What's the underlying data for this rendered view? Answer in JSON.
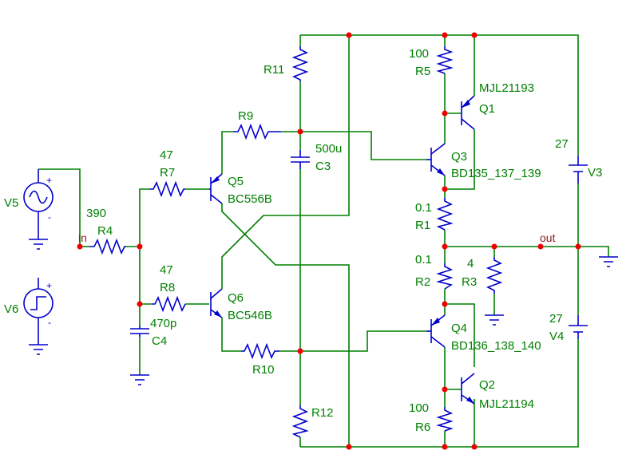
{
  "components": {
    "R11": {
      "name": "R11",
      "value": ""
    },
    "R12": {
      "name": "R12",
      "value": ""
    },
    "R9": {
      "name": "R9",
      "value": ""
    },
    "R10": {
      "name": "R10",
      "value": ""
    },
    "R7": {
      "name": "R7",
      "value": "47"
    },
    "R8": {
      "name": "R8",
      "value": "47"
    },
    "R4": {
      "name": "R4",
      "value": "390"
    },
    "R5": {
      "name": "R5",
      "value": "100"
    },
    "R6": {
      "name": "R6",
      "value": "100"
    },
    "R1": {
      "name": "R1",
      "value": "0.1"
    },
    "R2": {
      "name": "R2",
      "value": "0.1"
    },
    "R3": {
      "name": "R3",
      "value": "4"
    },
    "C3": {
      "name": "C3",
      "value": "500u"
    },
    "C4": {
      "name": "C4",
      "value": "470p"
    },
    "Q1": {
      "name": "Q1",
      "part": "MJL21193"
    },
    "Q2": {
      "name": "Q2",
      "part": "MJL21194"
    },
    "Q3": {
      "name": "Q3",
      "part": "BD135_137_139"
    },
    "Q4": {
      "name": "Q4",
      "part": "BD136_138_140"
    },
    "Q5": {
      "name": "Q5",
      "part": "BC556B"
    },
    "Q6": {
      "name": "Q6",
      "part": "BC546B"
    },
    "V3": {
      "name": "V3",
      "value": "27"
    },
    "V4": {
      "name": "V4",
      "value": "27"
    },
    "V5": {
      "name": "V5"
    },
    "V6": {
      "name": "V6"
    }
  },
  "nets": {
    "input": "in",
    "output": "out"
  },
  "pins": {
    "plus": "+",
    "minus": "-"
  },
  "colors": {
    "wire": "#008000",
    "component": "#0000cc",
    "junction": "#ee0000",
    "net_label": "#8b1a1a"
  }
}
